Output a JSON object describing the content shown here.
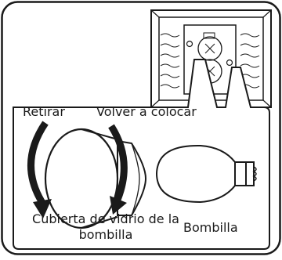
{
  "labels": {
    "remove": "Retirar",
    "replace": "Volver a colocar",
    "glass_cover": "Cubierta de vidrio de la bombilla",
    "bulb": "Bombilla"
  }
}
